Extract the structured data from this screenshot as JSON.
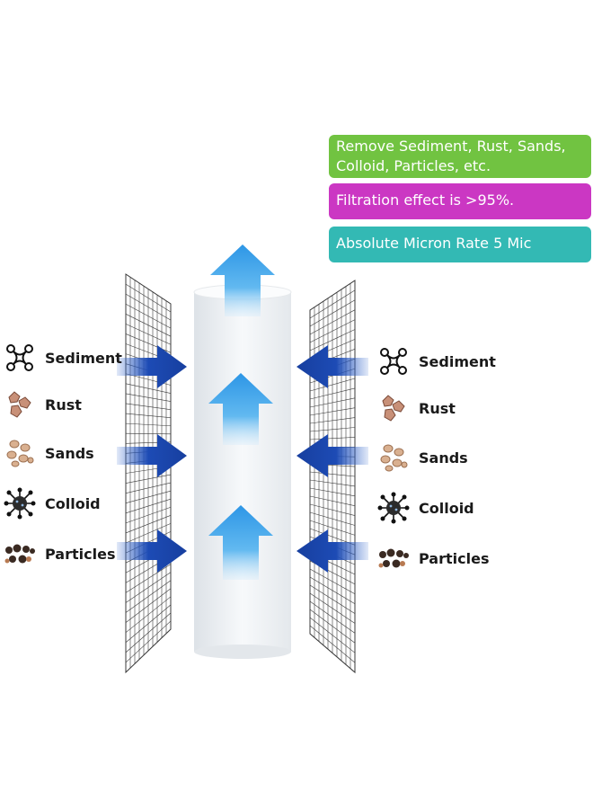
{
  "badges": [
    {
      "text": "Remove Sediment, Rust, Sands, Colloid, Particles, etc.",
      "color": "#71c341"
    },
    {
      "text": "Filtration effect is >95%.",
      "color": "#cb37c3"
    },
    {
      "text": "Absolute Micron Rate 5 Mic",
      "color": "#33b9b4"
    }
  ],
  "contaminants": {
    "sediment": "Sediment",
    "rust": "Rust",
    "sands": "Sands",
    "colloid": "Colloid",
    "particles": "Particles"
  },
  "colors": {
    "inflow_arrow": "#1f4fb8",
    "upflow_arrow": "#3aa3ea",
    "cartridge": "#eef1f4"
  },
  "icons": [
    "sediment-icon",
    "rust-icon",
    "sands-icon",
    "colloid-icon",
    "particles-icon"
  ]
}
